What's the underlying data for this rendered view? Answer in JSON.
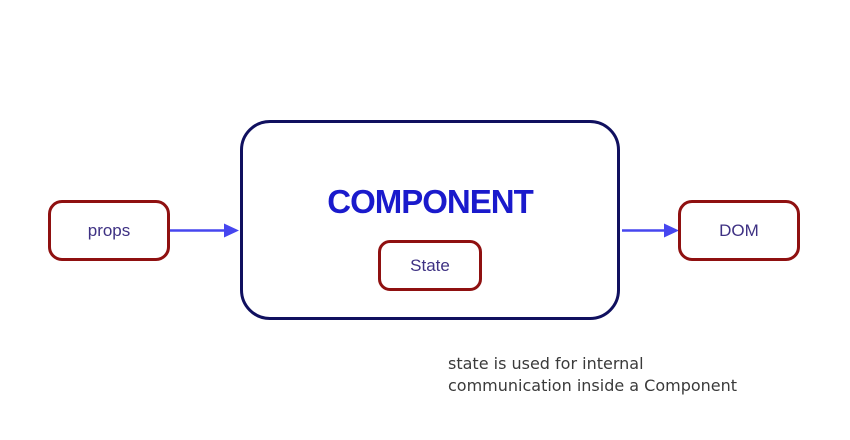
{
  "colors": {
    "component_border": "#10105f",
    "io_box_border": "#8f1010",
    "component_label": "#1a1acc",
    "box_label": "#3e3183",
    "arrow": "#4646ef",
    "caption": "#3a3a3a"
  },
  "diagram": {
    "props_label": "props",
    "component_label": "COMPONENT",
    "state_label": "State",
    "dom_label": "DOM",
    "caption_line1": "state is used for internal",
    "caption_line2": "communication inside a Component"
  }
}
